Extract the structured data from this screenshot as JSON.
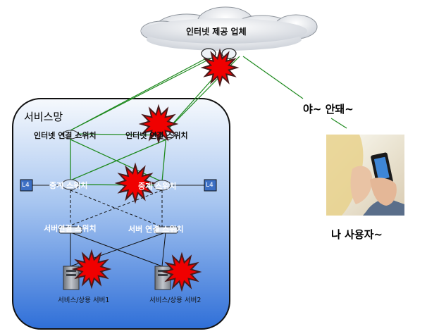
{
  "cloud": {
    "label": "인터넷 제공 업체"
  },
  "network": {
    "title": "서비스망",
    "internet_switch_left": "인터넷 연결 스위치",
    "internet_switch_right": "인터넷 연결 스위치",
    "relay_switch_left": "중계 스위치",
    "relay_switch_right": "중계 스위치",
    "l4_left": "L4",
    "l4_right": "L4",
    "server_switch_left": "서버연결 스위치",
    "server_switch_right": "서버 연결 스위치",
    "server1": "서비스/상용 서버1",
    "server2": "서비스/상용 서버2"
  },
  "user": {
    "shout": "야~ 안돼~",
    "label": "나 사용자~"
  },
  "colors": {
    "network_gradient_top": "#f4f8fd",
    "network_gradient_bottom": "#2f6fd8",
    "link_green": "#1f8a1f",
    "explosion_red": "#f00000",
    "explosion_edge": "#4a1a1a"
  }
}
